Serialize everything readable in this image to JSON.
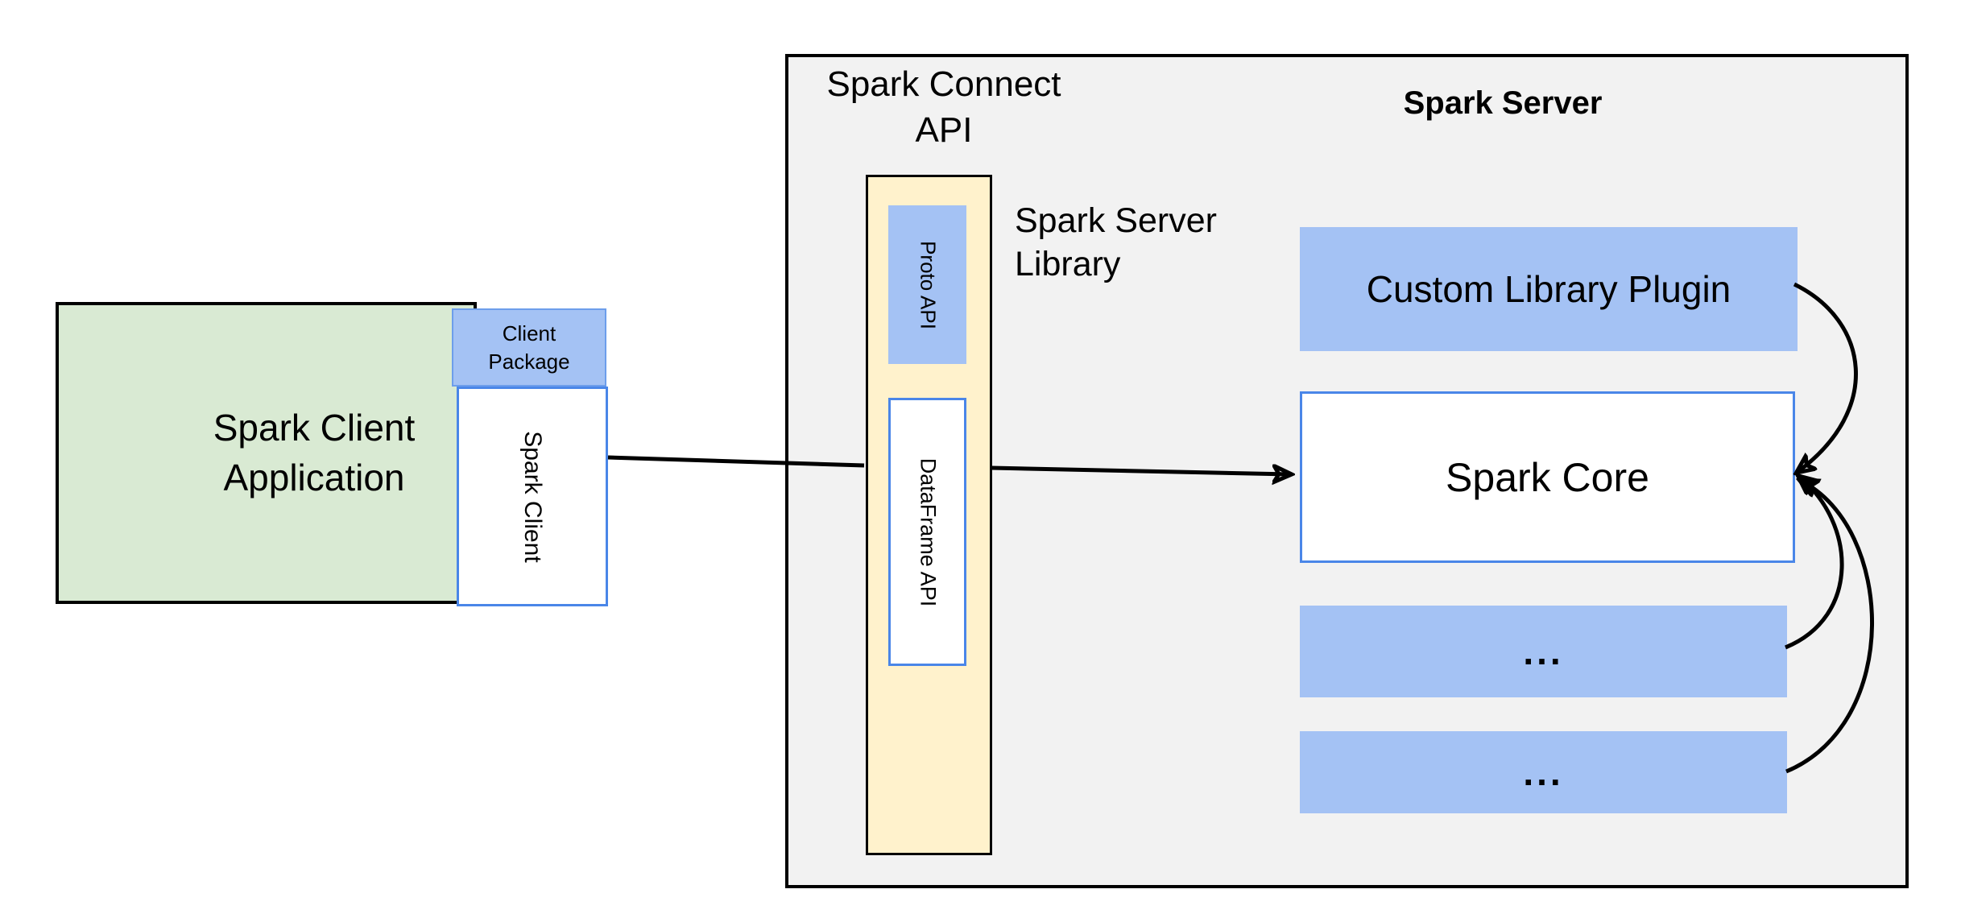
{
  "client": {
    "app_label": "Spark Client Application",
    "client_package_label": "Client Package",
    "spark_client_label": "Spark Client"
  },
  "connect": {
    "api_label": "Spark Connect API",
    "server_library_label": "Spark Server Library",
    "proto_api_label": "Proto API",
    "dataframe_api_label": "DataFrame API"
  },
  "server": {
    "title": "Spark Server",
    "plugin_label": "Custom Library Plugin",
    "core_label": "Spark Core",
    "ellipsis_1": "...",
    "ellipsis_2": "..."
  },
  "colors": {
    "green_fill": "#d9ead3",
    "blue_fill": "#a4c2f4",
    "blue_border": "#6d9eeb",
    "yellow_fill": "#fff2cc",
    "gray_fill": "#f2f2f2",
    "white_box_border": "#4a86e8",
    "line_color": "#000000",
    "text_color": "#000000"
  }
}
